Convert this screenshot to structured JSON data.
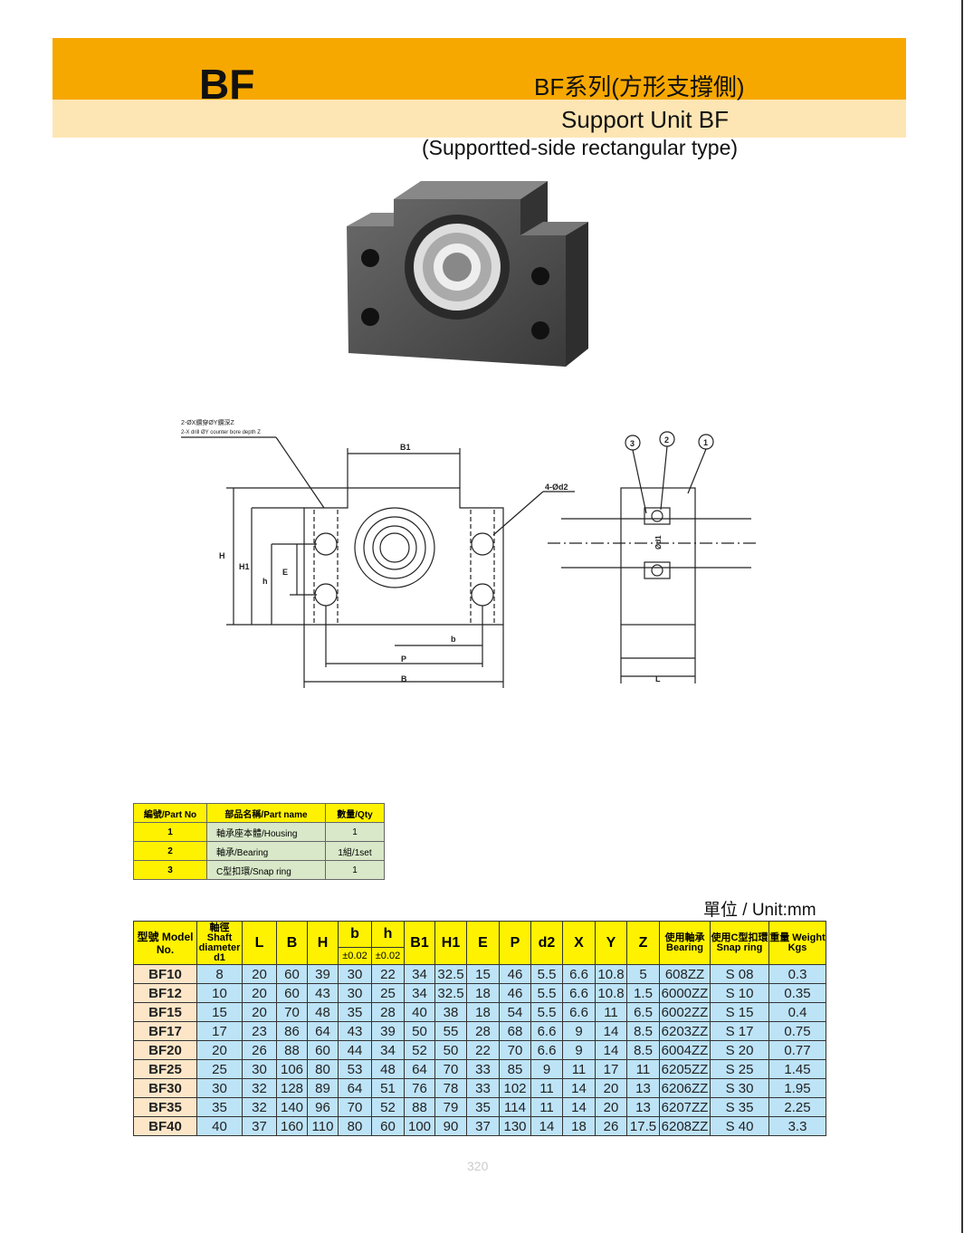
{
  "header": {
    "code": "BF",
    "title_cn": "BF系列(方形支撐側)",
    "title_en": "Support Unit BF",
    "subtitle": "(Supportted-side rectangular type)"
  },
  "drawing": {
    "note_cn": "2-ØX鑽穿ØY鑽深Z",
    "note_en": "2-X drill ØY counter bore depth Z",
    "labels": {
      "B1": "B1",
      "H": "H",
      "H1": "H1",
      "h": "h",
      "E": "E",
      "b": "b",
      "P": "P",
      "B": "B",
      "L": "L",
      "d2": "4-Ød2",
      "d1": "Ød1",
      "c1": "1",
      "c2": "2",
      "c3": "3"
    }
  },
  "parts": {
    "headers": [
      "編號/Part No",
      "部品名稱/Part name",
      "數量/Qty"
    ],
    "rows": [
      [
        "1",
        "軸承座本體/Housing",
        "1"
      ],
      [
        "2",
        "軸承/Bearing",
        "1組/1set"
      ],
      [
        "3",
        "C型扣環/Snap ring",
        "1"
      ]
    ]
  },
  "unit": "單位 / Unit:mm",
  "spec": {
    "headers": {
      "model": "型號 Model No.",
      "d1": "軸徑 Shaft diameter d1",
      "L": "L",
      "B": "B",
      "H": "H",
      "b": "b",
      "h": "h",
      "b_tol": "±0.02",
      "h_tol": "±0.02",
      "B1": "B1",
      "H1": "H1",
      "E": "E",
      "P": "P",
      "d2": "d2",
      "X": "X",
      "Y": "Y",
      "Z": "Z",
      "bearing": "使用軸承 Bearing",
      "snap": "使用C型扣環 Snap ring",
      "weight": "重量 Weight Kgs"
    },
    "rows": [
      [
        "BF10",
        "8",
        "20",
        "60",
        "39",
        "30",
        "22",
        "34",
        "32.5",
        "15",
        "46",
        "5.5",
        "6.6",
        "10.8",
        "5",
        "608ZZ",
        "S 08",
        "0.3"
      ],
      [
        "BF12",
        "10",
        "20",
        "60",
        "43",
        "30",
        "25",
        "34",
        "32.5",
        "18",
        "46",
        "5.5",
        "6.6",
        "10.8",
        "1.5",
        "6000ZZ",
        "S 10",
        "0.35"
      ],
      [
        "BF15",
        "15",
        "20",
        "70",
        "48",
        "35",
        "28",
        "40",
        "38",
        "18",
        "54",
        "5.5",
        "6.6",
        "11",
        "6.5",
        "6002ZZ",
        "S 15",
        "0.4"
      ],
      [
        "BF17",
        "17",
        "23",
        "86",
        "64",
        "43",
        "39",
        "50",
        "55",
        "28",
        "68",
        "6.6",
        "9",
        "14",
        "8.5",
        "6203ZZ",
        "S 17",
        "0.75"
      ],
      [
        "BF20",
        "20",
        "26",
        "88",
        "60",
        "44",
        "34",
        "52",
        "50",
        "22",
        "70",
        "6.6",
        "9",
        "14",
        "8.5",
        "6004ZZ",
        "S 20",
        "0.77"
      ],
      [
        "BF25",
        "25",
        "30",
        "106",
        "80",
        "53",
        "48",
        "64",
        "70",
        "33",
        "85",
        "9",
        "11",
        "17",
        "11",
        "6205ZZ",
        "S 25",
        "1.45"
      ],
      [
        "BF30",
        "30",
        "32",
        "128",
        "89",
        "64",
        "51",
        "76",
        "78",
        "33",
        "102",
        "11",
        "14",
        "20",
        "13",
        "6206ZZ",
        "S 30",
        "1.95"
      ],
      [
        "BF35",
        "35",
        "32",
        "140",
        "96",
        "70",
        "52",
        "88",
        "79",
        "35",
        "114",
        "11",
        "14",
        "20",
        "13",
        "6207ZZ",
        "S 35",
        "2.25"
      ],
      [
        "BF40",
        "40",
        "37",
        "160",
        "110",
        "80",
        "60",
        "100",
        "90",
        "37",
        "130",
        "14",
        "18",
        "26",
        "17.5",
        "6208ZZ",
        "S 40",
        "3.3"
      ]
    ]
  },
  "page_number": "320"
}
